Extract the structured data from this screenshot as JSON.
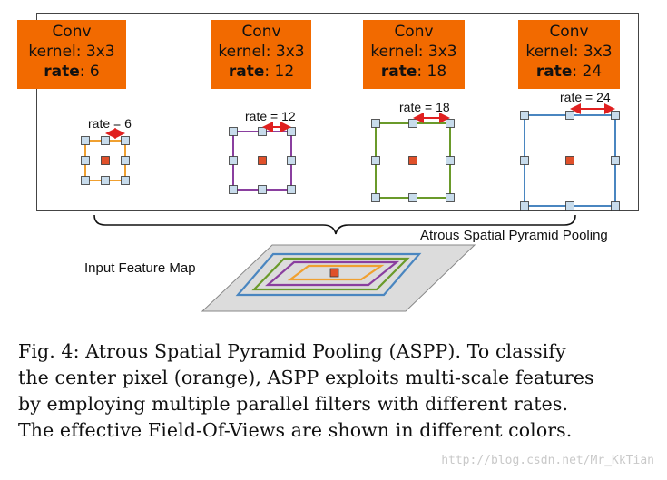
{
  "conv_blocks": [
    {
      "name": "Conv",
      "kernel_label": "kernel:",
      "kernel_value": "3x3",
      "rate_label": "rate",
      "rate_value": "6",
      "rate_annotation": "rate = 6",
      "color": "#f0a030"
    },
    {
      "name": "Conv",
      "kernel_label": "kernel:",
      "kernel_value": "3x3",
      "rate_label": "rate",
      "rate_value": "12",
      "rate_annotation": "rate = 12",
      "color": "#8a3f9f"
    },
    {
      "name": "Conv",
      "kernel_label": "kernel:",
      "kernel_value": "3x3",
      "rate_label": "rate",
      "rate_value": "18",
      "rate_annotation": "rate = 18",
      "color": "#6a9a2a"
    },
    {
      "name": "Conv",
      "kernel_label": "kernel:",
      "kernel_value": "3x3",
      "rate_label": "rate",
      "rate_value": "24",
      "rate_annotation": "rate = 24",
      "color": "#4a86c0"
    }
  ],
  "colors": {
    "conv_box": "#f26a00",
    "center_pixel": "#e0502a",
    "tap": "#c8dcec",
    "arrow": "#e02020",
    "feature_map": "#dcdcdc"
  },
  "aspp_label": "Atrous Spatial Pyramid Pooling",
  "input_label": "Input Feature Map",
  "caption_lines": [
    "Fig. 4: Atrous Spatial Pyramid Pooling (ASPP). To classify",
    "the center pixel (orange), ASPP exploits multi-scale features",
    "by employing multiple parallel filters with different rates.",
    "The effective Field-Of-Views are shown in different colors."
  ],
  "watermark": "http://blog.csdn.net/Mr_KkTian"
}
